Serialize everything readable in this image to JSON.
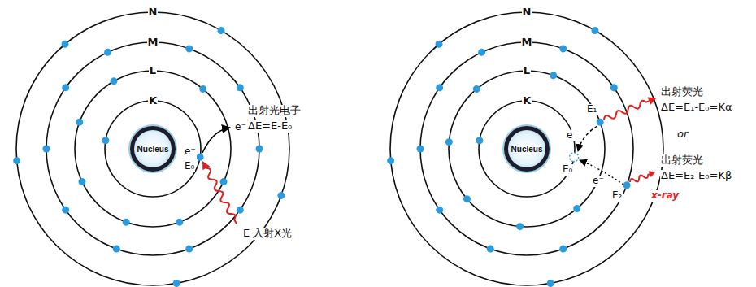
{
  "diagram": {
    "nodes": [
      {
        "text": [
          "Nucleus"
        ]
      },
      {
        "text": [
          "Nucleus"
        ]
      }
    ],
    "labels": [
      "N",
      "M",
      "L",
      "K",
      "e⁻",
      "E₀",
      "出射光电子",
      "ΔE=E-E₀",
      "e⁻",
      "E 入射X光",
      "N",
      "M",
      "L",
      "K",
      "E₁",
      "e⁻",
      "E₀",
      "e⁻",
      "E₂",
      "出射荧光",
      "ΔE=E₁-E₀=Kα",
      "or",
      "出射荧光",
      "ΔE=E₂-E₀=Kβ",
      "x-ray"
    ]
  }
}
